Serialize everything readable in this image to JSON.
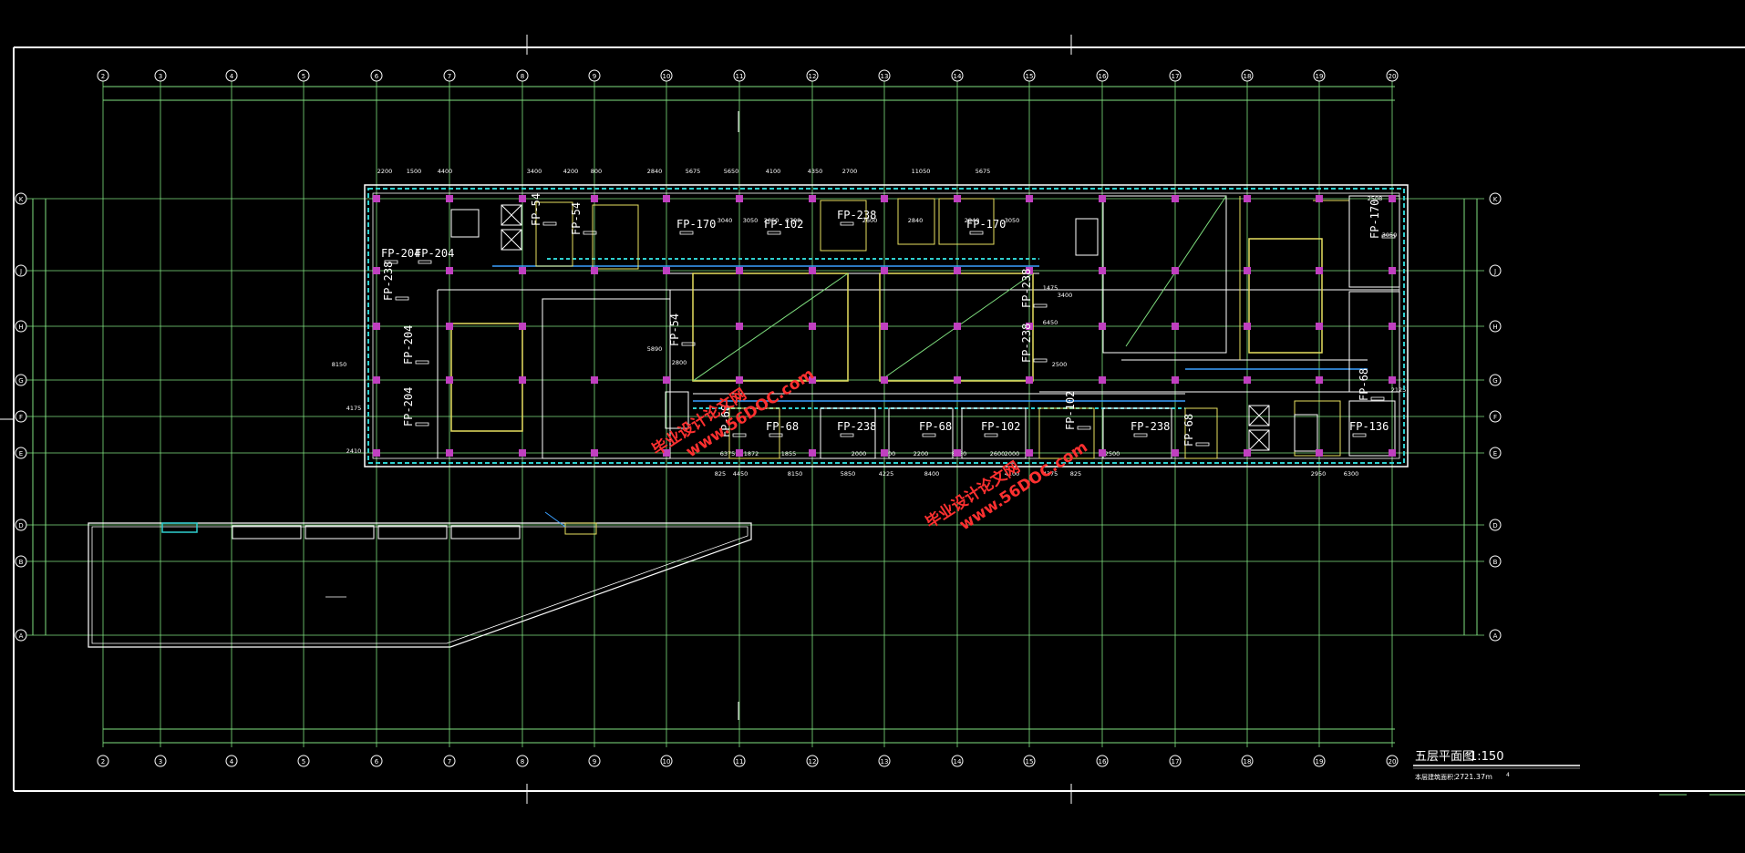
{
  "drawing": {
    "title": "五层平面图",
    "scale": "1:150",
    "area_label": "本层建筑面积：",
    "area_value": "2721.37m",
    "area_note": "4"
  },
  "axes_top": [
    "2",
    "3",
    "4",
    "5",
    "6",
    "7",
    "8",
    "9",
    "10",
    "11",
    "12",
    "13",
    "14",
    "15",
    "16",
    "17",
    "18",
    "19",
    "20"
  ],
  "axes_side": [
    "K",
    "J",
    "H",
    "G",
    "F",
    "E",
    "D",
    "B",
    "A"
  ],
  "dims_upper": [
    "2200",
    "1500",
    "4400",
    "3400",
    "4200",
    "800",
    "2840",
    "5675",
    "5650",
    "4100",
    "4350",
    "2700",
    "11050",
    "5675"
  ],
  "dims_lower": [
    "825",
    "4450",
    "8150",
    "5850",
    "4225",
    "8400",
    "4100",
    "4375",
    "825",
    "2950",
    "6300"
  ],
  "dims_misc": [
    "3040",
    "3050",
    "2050",
    "2700",
    "2600",
    "2840",
    "2840",
    "3050",
    "8150",
    "4175",
    "2410",
    "5890",
    "2800",
    "1475",
    "6450",
    "3400",
    "2500",
    "2508",
    "3050",
    "2125",
    "6375",
    "1872",
    "1855",
    "2000",
    "3100",
    "2200",
    "8150",
    "2600",
    "2000",
    "2500"
  ],
  "fp_labels": [
    "FP-204",
    "FP-204",
    "FP-238",
    "FP-204",
    "FP-204",
    "FP-170",
    "FP-102",
    "FP-238",
    "FP-170",
    "FP-54",
    "FP-54",
    "FP-54",
    "FP-238",
    "FP-238",
    "FP-68",
    "FP-68",
    "FP-238",
    "FP-68",
    "FP-102",
    "FP-102",
    "FP-238",
    "FP-68",
    "FP-170",
    "FP-68",
    "FP-136"
  ],
  "watermarks": [
    {
      "line1": "毕业设计论文网",
      "line2": "www.56DOC.com"
    },
    {
      "line1": "毕业设计论文网",
      "line2": "www.56DOC.com"
    }
  ]
}
